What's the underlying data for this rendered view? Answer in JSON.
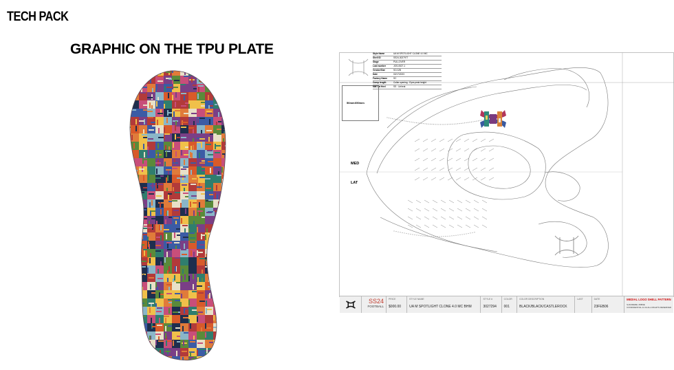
{
  "page": {
    "title": "TECH PACK",
    "section_title": "GRAPHIC ON THE TPU PLATE"
  },
  "tech_sheet": {
    "spec_rows": [
      {
        "key": "Style Name",
        "value": "UA M SPOTLIGHT CLONE 4.0 MC"
      },
      {
        "key": "Shell ID",
        "value": "SS24-3027977"
      },
      {
        "key": "Stage",
        "value": "PULLOVER"
      },
      {
        "key": "Last number",
        "value": "JOS-0527-1"
      },
      {
        "key": "Vendor/Size",
        "value": "SC/12B"
      },
      {
        "key": "Date",
        "value": "02/17/2023"
      },
      {
        "key": "Factory Name",
        "value": "SC"
      },
      {
        "key": "Comp length",
        "value": "Collar opening · Eyes peak height"
      },
      {
        "key": "Mat Lat Heel",
        "value": "SS · Unheat"
      }
    ],
    "swatch_label": "50mmX50mm",
    "med_label": "MED",
    "lat_label": "LAT"
  },
  "footer": {
    "season": "SS24",
    "sport": "FOOTBALL",
    "price_caption": "PRICE",
    "price": "$000.00",
    "style_name_caption": "STYLE NAME",
    "style_name": "UA M SPOTLIGHT CLONE 4.0 MC BHM",
    "style_caption": "STYLE #",
    "style_number": "3027294",
    "color_caption": "COLOR",
    "color_code": "001",
    "color_desc_caption": "COLOR DESCRIPTION",
    "color_desc": "BLACK/BLACK/CASTLEROCK",
    "last_caption": "LAST",
    "last": "",
    "date_caption": "DATE",
    "date": "23FEB06",
    "pattern_title": "MEDIAL LOGO SHELL PATTERN",
    "pattern_sub_1": "SJANDERE JNBNE",
    "pattern_sub_2": "CONFIDENTIAL & UA ALL RIGHTS RESERVED"
  },
  "colors": {
    "accent_red": "#c0392b",
    "footer_bg": "#efefef"
  }
}
